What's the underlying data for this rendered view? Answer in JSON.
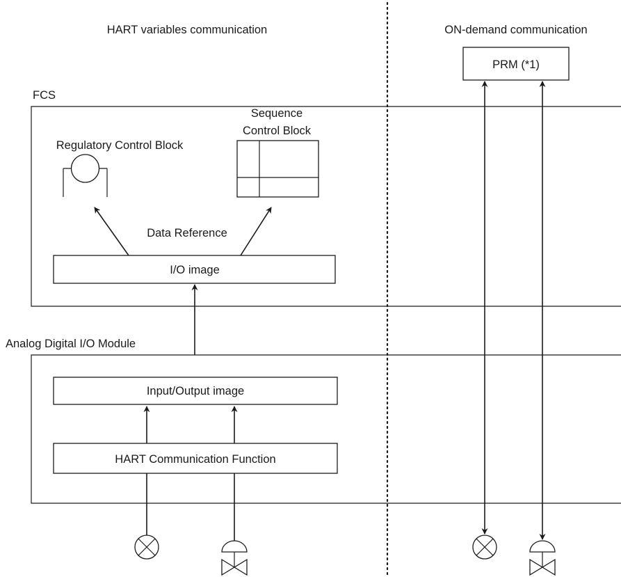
{
  "headings": {
    "left": "HART variables communication",
    "right": "ON-demand communication"
  },
  "fcs": {
    "label": "FCS",
    "regulatory_block": "Regulatory Control Block",
    "sequence_block_line1": "Sequence",
    "sequence_block_line2": "Control Block",
    "data_reference": "Data Reference",
    "io_image": "I/O image"
  },
  "module": {
    "label": "Analog Digital I/O Module",
    "io_image": "Input/Output image",
    "hart_function": "HART Communication Function"
  },
  "prm": {
    "label": "PRM (*1)"
  },
  "icons": {
    "sensor": "transmitter-icon",
    "valve": "control-valve-icon",
    "regulatory": "regulatory-control-icon",
    "sequence": "sequence-table-icon"
  }
}
